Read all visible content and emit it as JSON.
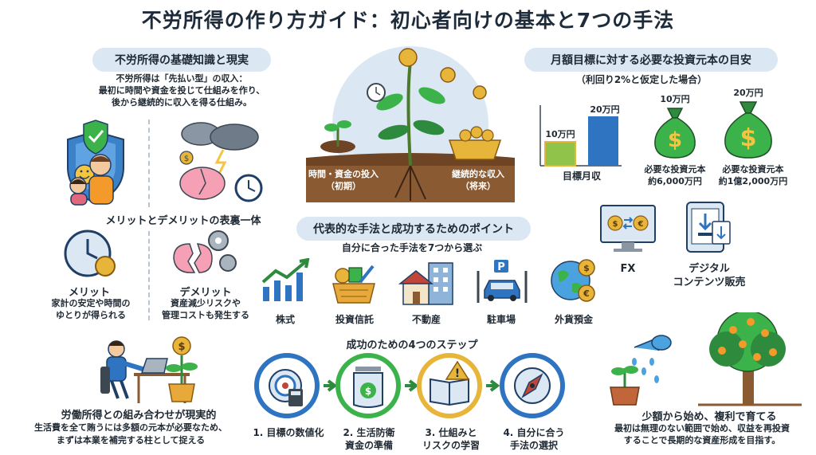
{
  "title": "不労所得の作り方ガイド：初心者向けの基本と7つの手法",
  "basics": {
    "heading": "不労所得の基礎知識と現実",
    "line1": "不労所得は「先払い型」の収入：",
    "line2": "最初に時間や資金を投じて仕組みを作り、",
    "line3": "後から継続的に収入を得る仕組み。"
  },
  "tree_panel": {
    "left_label_1": "時間・資金の投入",
    "left_label_2": "（初期）",
    "right_label_1": "継続的な収入",
    "right_label_2": "（将来）"
  },
  "merit": {
    "heading": "メリットとデメリットの表裏一体",
    "merit_title": "メリット",
    "merit_desc_1": "家計の安定や時間の",
    "merit_desc_2": "ゆとりが得られる",
    "demerit_title": "デメリット",
    "demerit_desc_1": "資産減少リスクや",
    "demerit_desc_2": "管理コストも発生する"
  },
  "target": {
    "heading": "月額目標に対する必要な投資元本の目安",
    "note": "（利回り2%と仮定した場合）",
    "bar_label_low": "10万円",
    "bar_label_high": "20万円",
    "axis_label": "目標月収",
    "bag1_top": "10万円",
    "bag1_label_1": "必要な投資元本",
    "bag1_label_2": "約6,000万円",
    "bag2_top": "20万円",
    "bag2_label_1": "必要な投資元本",
    "bag2_label_2": "約1億2,000万円"
  },
  "methods": {
    "heading": "代表的な手法と成功するためのポイント",
    "subheading": "自分に合った手法を7つから選ぶ",
    "items": [
      "株式",
      "投資信託",
      "不動産",
      "駐車場",
      "外貨預金",
      "FX"
    ],
    "digital_1": "デジタル",
    "digital_2": "コンテンツ販売"
  },
  "labor": {
    "heading": "労働所得との組み合わせが現実的",
    "line1": "生活費を全て賄うには多額の元本が必要なため、",
    "line2": "まずは本業を補完する柱として捉える"
  },
  "steps": {
    "heading": "成功のための4つのステップ",
    "s1": "1. 目標の数値化",
    "s2_1": "2. 生活防衛",
    "s2_2": "資金の準備",
    "s3_1": "3. 仕組みと",
    "s3_2": "リスクの学習",
    "s4_1": "4. 自分に合う",
    "s4_2": "手法の選択"
  },
  "compound": {
    "heading": "少額から始め、複利で育てる",
    "line1": "最初は無理のない範囲で始め、収益を再投資",
    "line2": "することで長期的な資産形成を目指す。"
  },
  "colors": {
    "pill": "#dbe8f4",
    "blue": "#2f74c0",
    "green": "#2e8b3e",
    "gold": "#e7b53a",
    "soil": "#8a5a32"
  }
}
